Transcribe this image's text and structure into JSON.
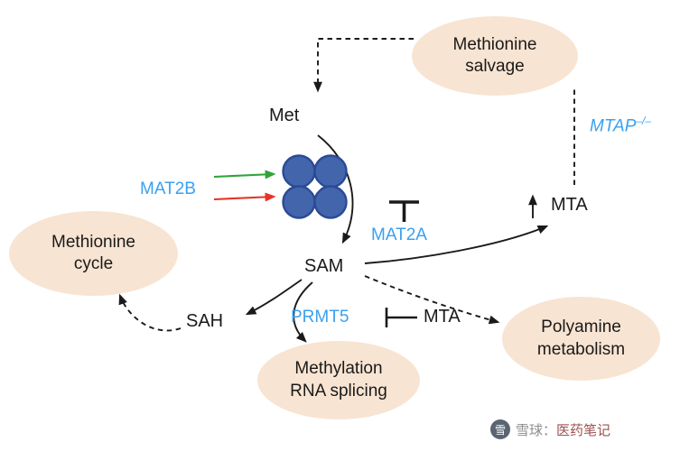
{
  "colors": {
    "node_fill": "#f8e4d2",
    "blue_label": "#3aa0f0",
    "black": "#1a1a1a",
    "tetramer_fill": "#4365ab",
    "tetramer_stroke": "#2a4a96",
    "green_arrow": "#2fa43a",
    "red_arrow": "#e23528",
    "watermark_logo": "#5a6472",
    "watermark_gray": "#8c8c8c",
    "watermark_red": "#9c5151"
  },
  "nodes": {
    "methionine_salvage": {
      "line1": "Methionine",
      "line2": "salvage"
    },
    "methionine_cycle": {
      "line1": "Methionine",
      "line2": "cycle"
    },
    "polyamine_metabolism": {
      "line1": "Polyamine",
      "line2": "metabolism"
    },
    "methylation_rna_splicing": {
      "line1": "Methylation",
      "line2": "RNA splicing"
    }
  },
  "labels": {
    "met": "Met",
    "sam": "SAM",
    "sah": "SAH",
    "mta_elevated": "MTA",
    "mta_inhibitor": "MTA",
    "mat2b": "MAT2B",
    "mat2a": "MAT2A",
    "prmt5": "PRMT5",
    "mtap_base": "MTAP",
    "mtap_sup": "–/–"
  },
  "icons": {
    "tetramer": "mat2a-enzyme-tetramer-icon",
    "inhibition_mat2a": "inhibition-tbar-icon",
    "inhibition_prmt5": "inhibition-tbar-icon",
    "up_arrow": "increase-arrow-icon"
  },
  "watermark": {
    "logo_char": "雪",
    "prefix": "雪球：",
    "suffix": "医药笔记"
  }
}
